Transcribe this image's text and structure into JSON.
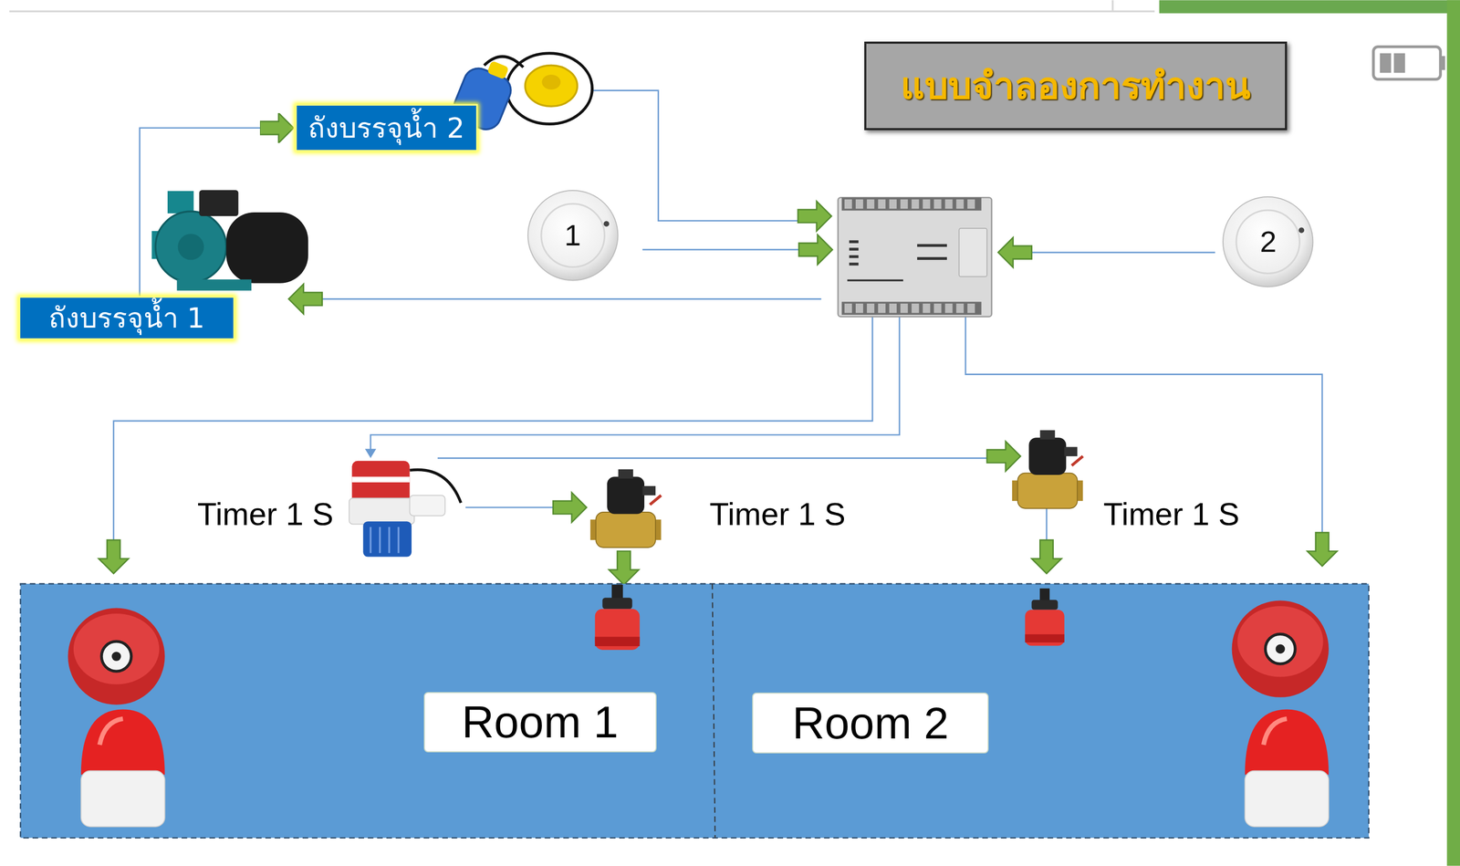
{
  "diagram": {
    "title": "แบบจำลองการทำงาน",
    "nodes": [
      {
        "text": [
          "ถังบรรจุน้ำ 2"
        ]
      },
      {
        "text": [
          "1"
        ]
      },
      {
        "text": [
          "2"
        ]
      },
      {
        "text": [
          "ถังบรรจุน้ำ 1"
        ]
      },
      {
        "text": [
          "Room 1"
        ]
      },
      {
        "text": [
          "Room 2"
        ]
      }
    ],
    "edges": [
      {
        "from": 3,
        "to": 0,
        "arrow": "to"
      }
    ],
    "labels": [
      "Timer 1 S",
      "Timer 1 S",
      "Timer 1 S"
    ]
  }
}
